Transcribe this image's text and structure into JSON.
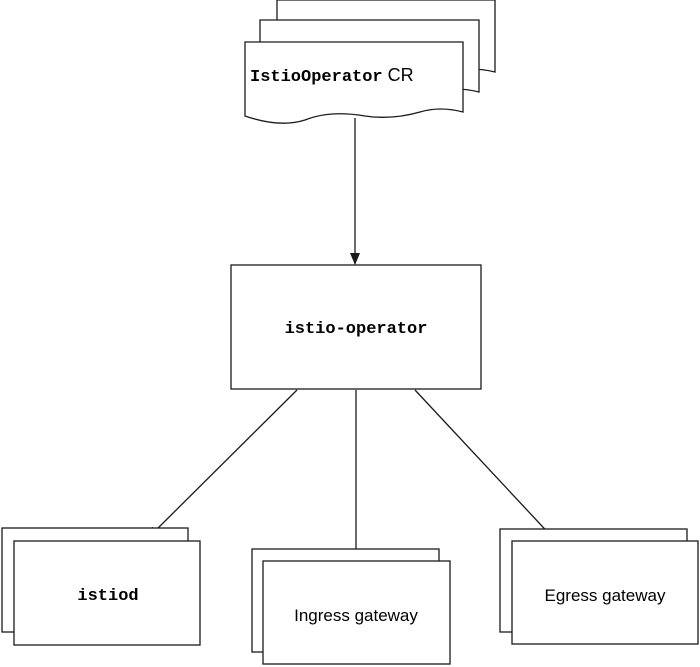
{
  "nodes": {
    "cr": {
      "code": "IstioOperator",
      "suffix": " CR"
    },
    "operator": {
      "label": "istio-operator"
    },
    "istiod": {
      "label": "istiod"
    },
    "ingress": {
      "label": "Ingress gateway"
    },
    "egress": {
      "label": "Egress gateway"
    }
  },
  "edges": [
    {
      "from": "cr",
      "to": "operator"
    },
    {
      "from": "operator",
      "to": "istiod"
    },
    {
      "from": "operator",
      "to": "ingress"
    },
    {
      "from": "operator",
      "to": "egress"
    }
  ],
  "colors": {
    "stroke": "#1a1a1a",
    "fill": "#ffffff",
    "text": "#000000"
  }
}
